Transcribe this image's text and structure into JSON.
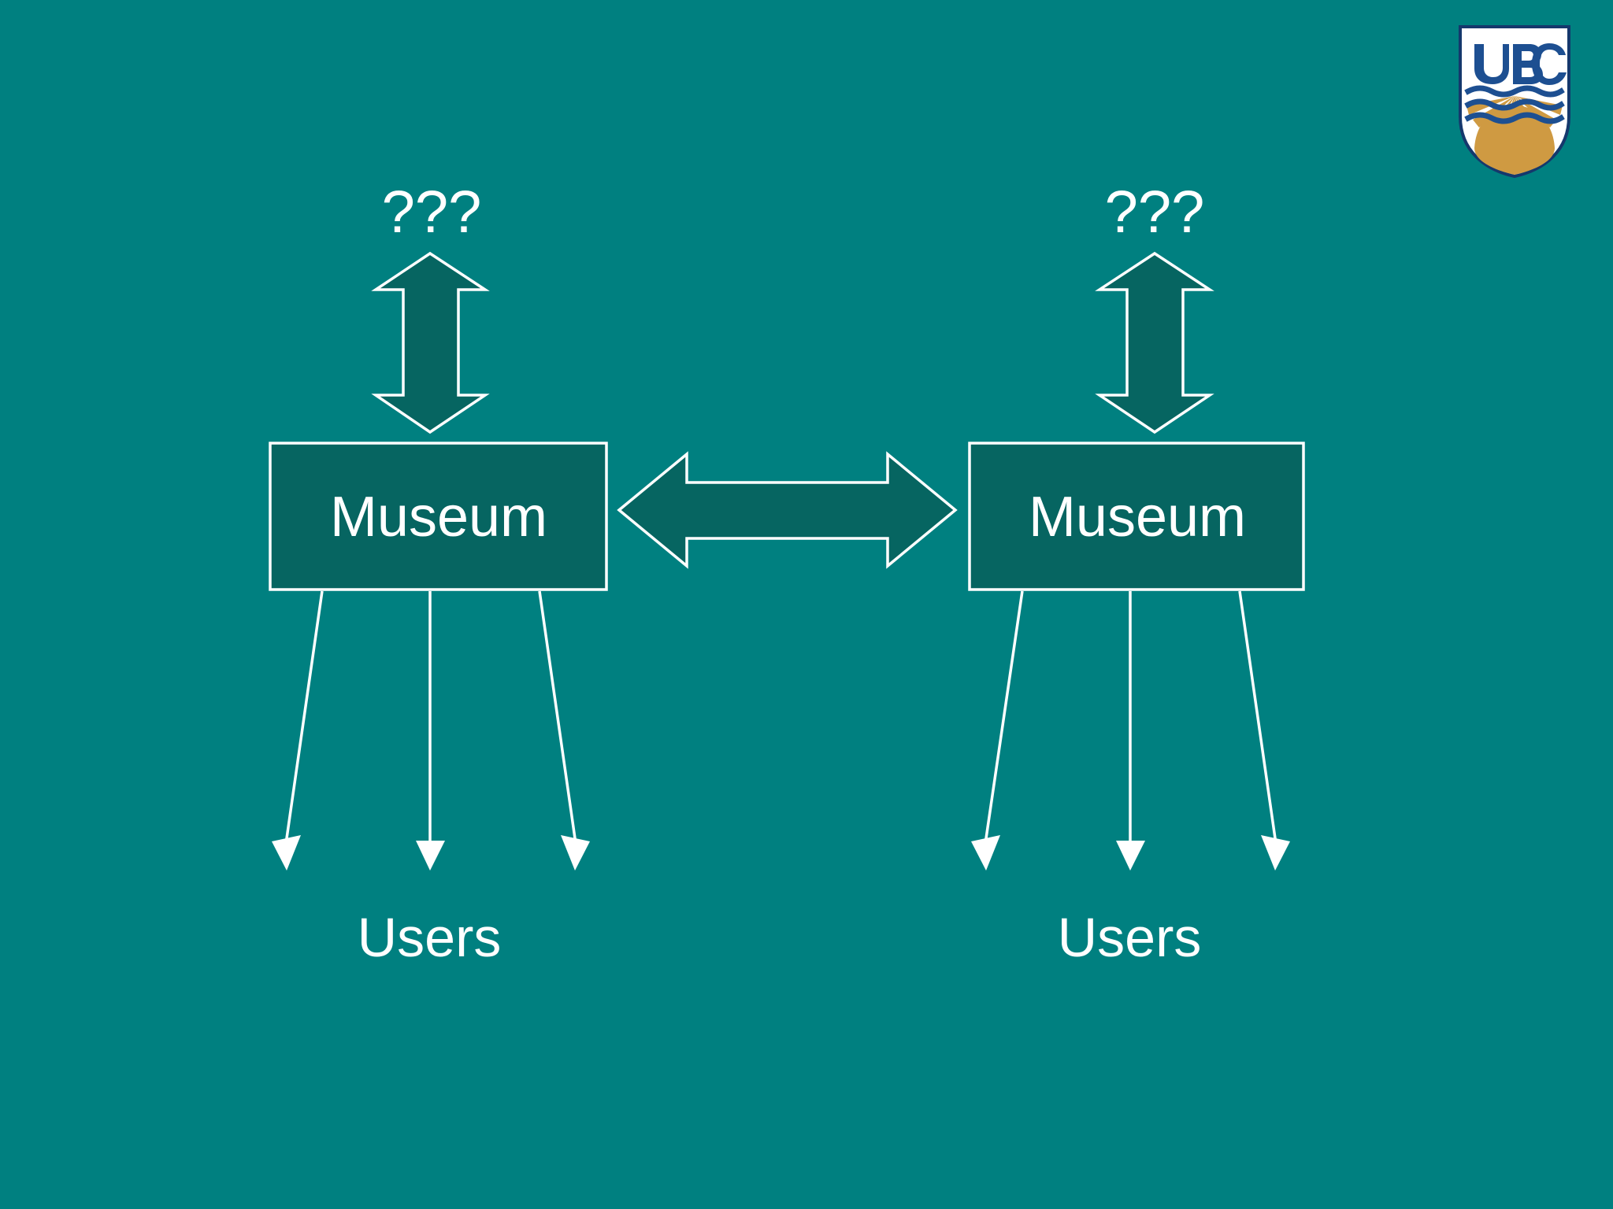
{
  "slide": {
    "background_color": "#008080",
    "box_fill_color": "#066561",
    "stroke_color": "#ffffff",
    "logo": {
      "name": "ubc-shield-logo",
      "text": "UBC",
      "shield_outline_color": "#15386c",
      "shield_fill_color": "#ffffff",
      "wave_color": "#1d4f91",
      "sun_color": "#cf9a42"
    }
  },
  "diagram": {
    "type": "node-link",
    "left_cluster": {
      "question_label": "???",
      "node_label": "Museum",
      "audience_label": "Users",
      "downstream_arrow_count": 3
    },
    "right_cluster": {
      "question_label": "???",
      "node_label": "Museum",
      "audience_label": "Users",
      "downstream_arrow_count": 3
    },
    "between_nodes": {
      "connector": "bidirectional-arrow",
      "label": ""
    },
    "above_nodes": {
      "connector": "bidirectional-arrow",
      "label": "???"
    }
  }
}
